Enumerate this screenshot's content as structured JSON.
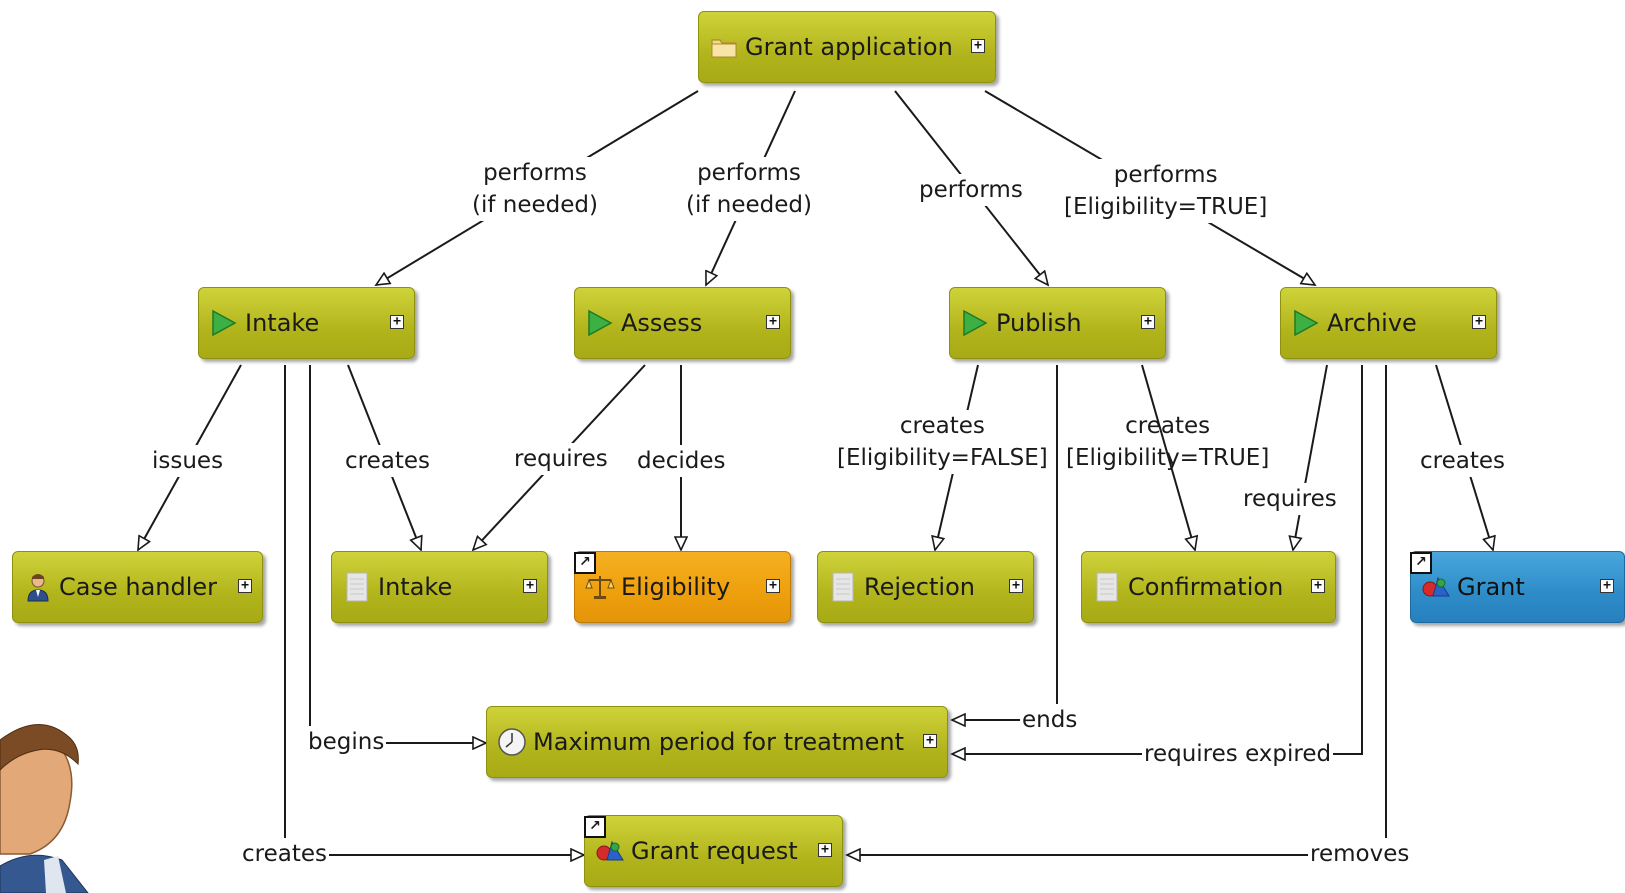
{
  "nodes": {
    "grant_application": {
      "label": "Grant application",
      "icon": "folder-icon"
    },
    "intake_activity": {
      "label": "Intake",
      "icon": "play-icon"
    },
    "assess": {
      "label": "Assess",
      "icon": "play-icon"
    },
    "publish": {
      "label": "Publish",
      "icon": "play-icon"
    },
    "archive": {
      "label": "Archive",
      "icon": "play-icon"
    },
    "case_handler": {
      "label": "Case handler",
      "icon": "person-icon"
    },
    "intake_document": {
      "label": "Intake",
      "icon": "document-icon"
    },
    "eligibility": {
      "label": "Eligibility",
      "icon": "scales-icon",
      "color": "#ee9f0c"
    },
    "rejection": {
      "label": "Rejection",
      "icon": "document-icon"
    },
    "confirmation": {
      "label": "Confirmation",
      "icon": "document-icon"
    },
    "grant": {
      "label": "Grant",
      "icon": "shapes-icon",
      "color": "#2d8cc8"
    },
    "max_period": {
      "label": "Maximum period for treatment",
      "icon": "clock-icon"
    },
    "grant_request": {
      "label": "Grant request",
      "icon": "shapes-icon"
    }
  },
  "edges": {
    "ga_intake_line1": "performs",
    "ga_intake_line2": "(if needed)",
    "ga_assess_line1": "performs",
    "ga_assess_line2": "(if needed)",
    "ga_publish": "performs",
    "ga_archive_line1": "performs",
    "ga_archive_line2": "[Eligibility=TRUE]",
    "intake_issues": "issues",
    "intake_creates_doc": "creates",
    "assess_requires": "requires",
    "assess_decides": "decides",
    "publish_rejection_line1": "creates",
    "publish_rejection_line2": "[Eligibility=FALSE]",
    "publish_confirmation_line1": "creates",
    "publish_confirmation_line2": "[Eligibility=TRUE]",
    "archive_requires": "requires",
    "archive_creates": "creates",
    "intake_begins": "begins",
    "publish_ends": "ends",
    "archive_requires_expired": "requires expired",
    "intake_creates_request": "creates",
    "archive_removes": "removes"
  },
  "colors": {
    "activity_node": "#b2b41c",
    "decision_node": "#ee9f0c",
    "grant_node": "#2d8cc8",
    "edge": "#1a1a1a"
  },
  "expand_symbol": "+",
  "shortcut_symbol": "↗"
}
